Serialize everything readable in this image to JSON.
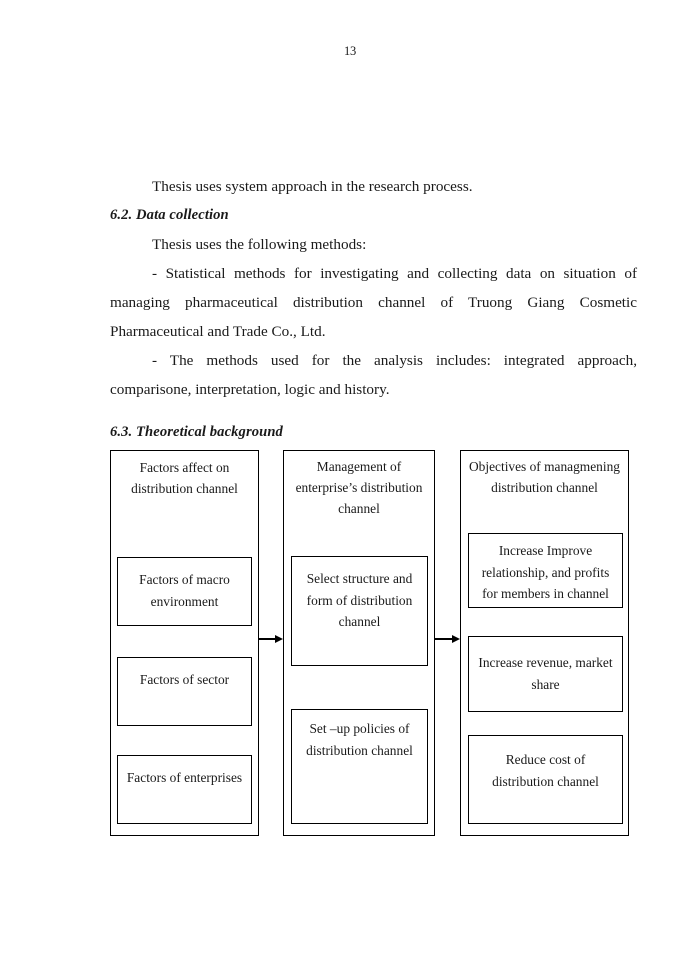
{
  "page": {
    "number": "13"
  },
  "body": {
    "line_1": "Thesis uses system approach in the research process.",
    "heading_62": "6.2. Data collection",
    "line_2": "Thesis uses the following methods:",
    "para_1": "- Statistical methods for investigating and collecting data on situation of managing pharmaceutical distribution channel of Truong Giang Cosmetic Pharmaceutical and Trade Co., Ltd.",
    "para_2": "- The methods used for the analysis includes: integrated approach, comparisone, interpretation, logic and history.",
    "heading_63": "6.3. Theoretical background"
  },
  "diagram": {
    "columns": [
      {
        "title": "Factors affect on distribution channel",
        "items": [
          "Factors of macro environment",
          "Factors of sector",
          "Factors of enterprises"
        ]
      },
      {
        "title": "Management of enterprise’s distribution channel",
        "items": [
          "Select structure and form of distribution channel",
          "Set –up policies of distribution channel"
        ]
      },
      {
        "title": "Objectives of managmening distribution channel",
        "items": [
          "Increase Improve relationship, and profits for members in channel",
          "Increase revenue, market share",
          "Reduce cost of distribution channel"
        ]
      }
    ],
    "arrows": [
      "arrow-col1-to-col2",
      "arrow-col2-to-col3"
    ]
  }
}
